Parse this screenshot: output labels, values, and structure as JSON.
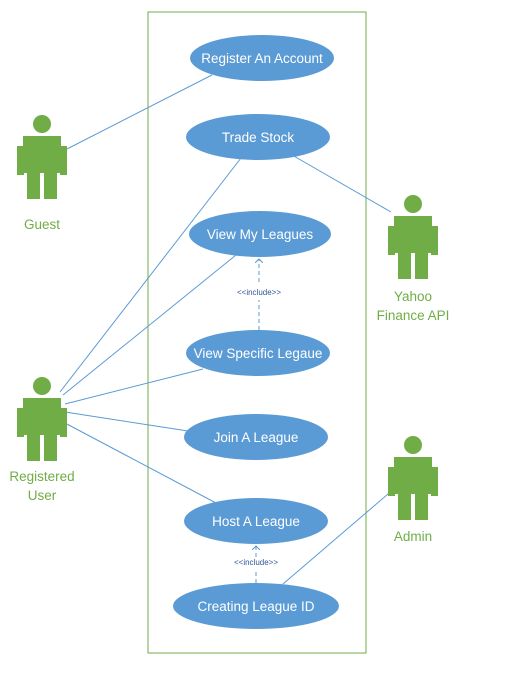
{
  "colors": {
    "usecase_fill": "#5B9BD5",
    "usecase_text": "#FFFFFF",
    "actor": "#70AD47",
    "association_line": "#5B9BD5",
    "boundary": "#70AD47",
    "include_line": "#5B9BD5"
  },
  "use_cases": {
    "register_account": "Register An Account",
    "trade_stock": "Trade Stock",
    "view_my_leagues": "View My Leagues",
    "view_specific_league": "View Specific Legaue",
    "join_league": "Join A League",
    "host_league": "Host A League",
    "creating_league_id": "Creating League ID"
  },
  "actors": {
    "guest": [
      "Guest"
    ],
    "registered_user": [
      "Registered",
      "User"
    ],
    "yahoo": [
      "Yahoo",
      "Finance API"
    ],
    "admin": [
      "Admin"
    ]
  },
  "relationships": {
    "include_label": "<<include>>"
  }
}
